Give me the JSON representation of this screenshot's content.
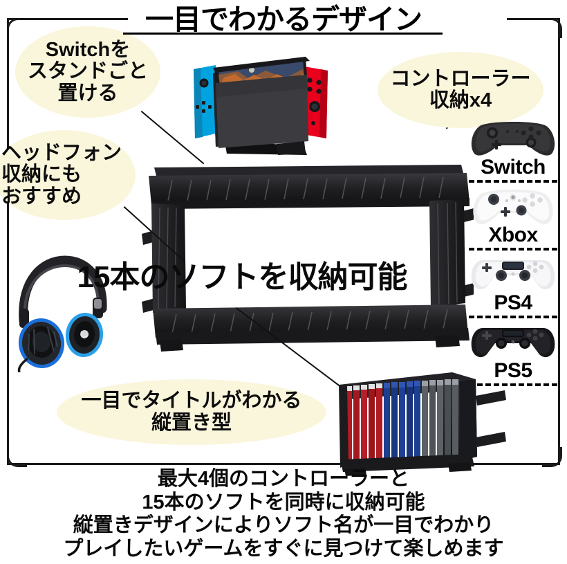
{
  "header": {
    "title": "一目でわかるデザイン"
  },
  "callouts": [
    {
      "id": "switch-stand",
      "lines": [
        "Switchを",
        "スタンドごと",
        "置ける"
      ]
    },
    {
      "id": "headphone-storage",
      "lines": [
        "ヘッドフォン",
        "収納にも",
        "おすすめ"
      ]
    },
    {
      "id": "controller-storage",
      "lines": [
        "コントローラー",
        "収納x4"
      ]
    },
    {
      "id": "vertical-design",
      "lines": [
        "一目でタイトルがわかる",
        "縦置き型"
      ]
    }
  ],
  "center_headline": "15本のソフトを収納可能",
  "controllers": [
    {
      "label": "Switch",
      "icon": "switch-pro-controller-icon",
      "color": "#2b2b2d"
    },
    {
      "label": "Xbox",
      "icon": "xbox-controller-icon",
      "color": "#f2f2f2"
    },
    {
      "label": "PS4",
      "icon": "ps4-dualshock-icon",
      "color": "#ededed"
    },
    {
      "label": "PS5",
      "icon": "ps5-dualsense-icon",
      "color": "#1d1d1f"
    }
  ],
  "products": {
    "switch_console": "switch-docked-console-image",
    "headphones": "gaming-headphones-image",
    "empty_rack": "game-storage-rack-image",
    "filled_rack": "game-storage-rack-loaded-image"
  },
  "caption": {
    "lines": [
      "最大4個のコントローラーと",
      "15本のソフトを同時に収納可能",
      "縦置きデザインによりソフト名が一目でわかり",
      "プレイしたいゲームをすぐに見つけて楽しめます"
    ]
  },
  "colors": {
    "bubble_fill": "#faf6dc",
    "text": "#0a0a0a",
    "frame": "#1a1a1a",
    "rack_body": "#1e1e20",
    "joycon_blue": "#00a0e9",
    "joycon_red": "#e60012",
    "case_red": "#b01c22",
    "case_blue": "#1b3f8f",
    "case_gray": "#5a5f63"
  }
}
